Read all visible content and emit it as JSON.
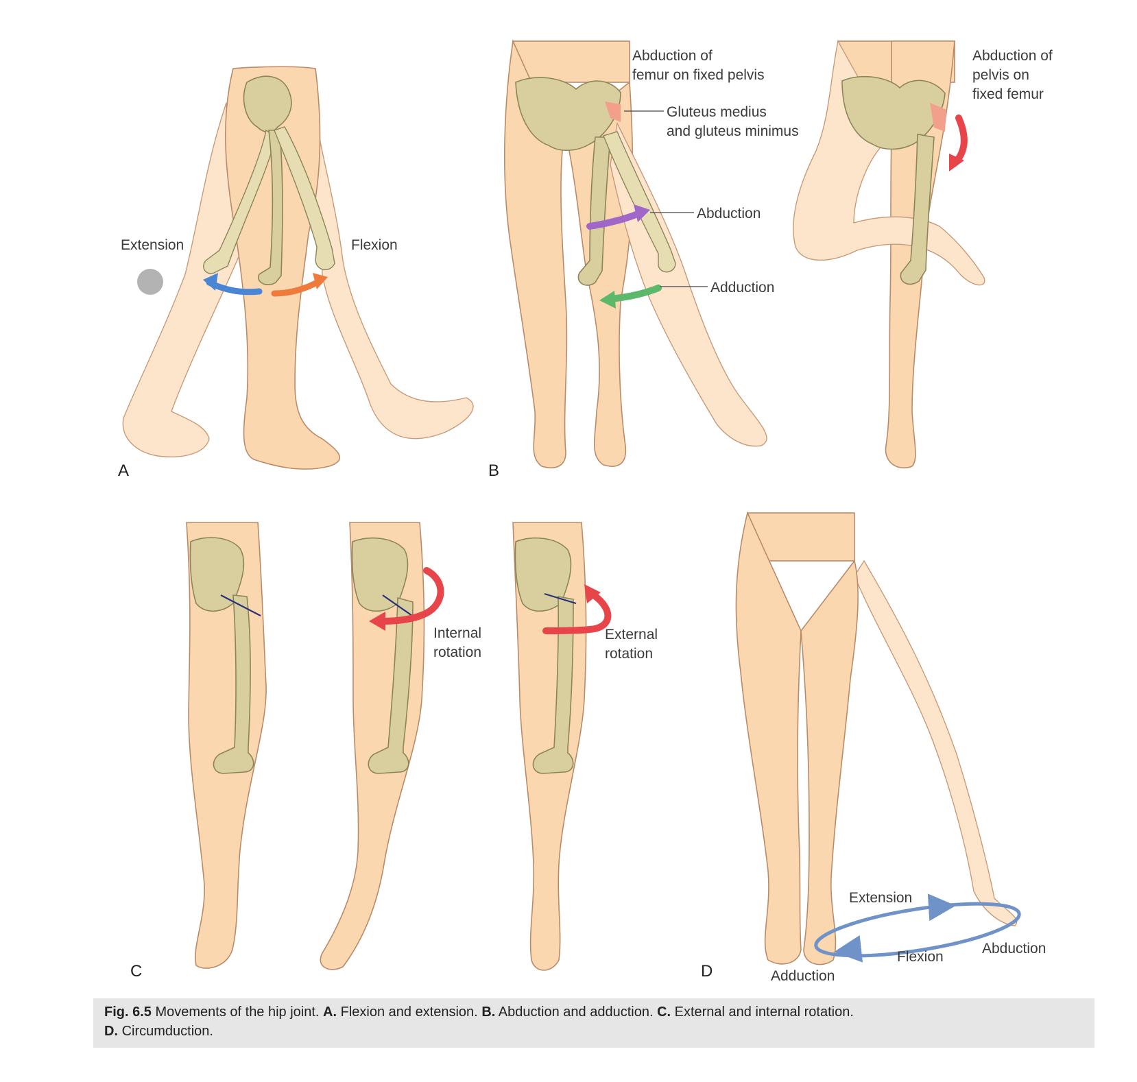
{
  "panels": {
    "a": {
      "letter": "A",
      "label_extension": "Extension",
      "label_flexion": "Flexion"
    },
    "b": {
      "letter": "B",
      "label_abduction_femur_l1": "Abduction of",
      "label_abduction_femur_l2": "femur on fixed pelvis",
      "label_gluteus_l1": "Gluteus medius",
      "label_gluteus_l2": "and gluteus minimus",
      "label_abduction": "Abduction",
      "label_adduction": "Adduction",
      "label_abduction_pelvis_l1": "Abduction of",
      "label_abduction_pelvis_l2": "pelvis on",
      "label_abduction_pelvis_l3": "fixed femur"
    },
    "c": {
      "letter": "C",
      "label_internal_l1": "Internal",
      "label_internal_l2": "rotation",
      "label_external_l1": "External",
      "label_external_l2": "rotation"
    },
    "d": {
      "letter": "D",
      "label_extension": "Extension",
      "label_flexion": "Flexion",
      "label_abduction": "Abduction",
      "label_adduction": "Adduction"
    }
  },
  "caption": {
    "fig_label": "Fig. 6.5",
    "title": "Movements of the hip joint.",
    "a_key": "A.",
    "a_text": "Flexion and extension.",
    "b_key": "B.",
    "b_text": "Abduction and adduction.",
    "c_key": "C.",
    "c_text": "External and internal rotation.",
    "d_key": "D.",
    "d_text": "Circumduction."
  },
  "colors": {
    "extension_arrow": "#4a86d4",
    "flexion_arrow": "#ee7b3c",
    "abduction_arrow": "#a066c8",
    "adduction_arrow": "#5cb86a",
    "rotation_arrow": "#e8454a",
    "circumduction_loop": "#6f93c8",
    "muscle_highlight": "#f2a08c",
    "skin": "#fbd7b0",
    "bone": "#d9cf9e"
  }
}
